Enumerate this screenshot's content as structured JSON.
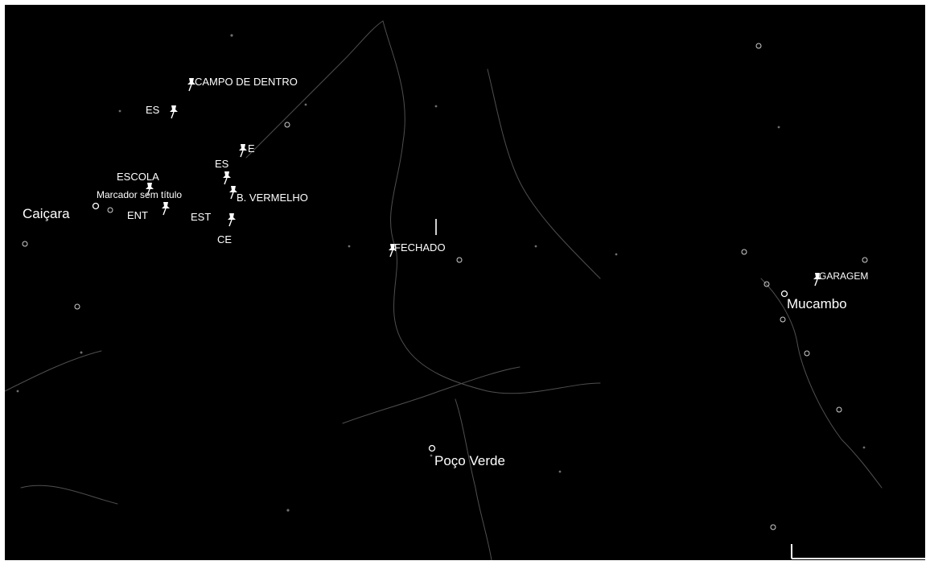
{
  "map": {
    "colors": {
      "background": "#000000",
      "label": "#ffffff",
      "road": "#7a7a7a"
    },
    "places": {
      "caicara": "Caiçara",
      "mucambo": "Mucambo",
      "poco_verde": "Poço Verde"
    },
    "markers": {
      "campo_de_dentro": "CAMPO DE DENTRO",
      "es_1": "ES",
      "e": "E",
      "es_2": "ES",
      "escola": "ESCOLA",
      "marcador_sem_titulo": "Marcador sem título",
      "b_vermelho": "B. VERMELHO",
      "ent": "ENT",
      "est": "EST",
      "ce": "CE",
      "fechado": "FECHADO",
      "garagem": "GARAGEM"
    },
    "icons": {
      "marker": "pushpin-icon",
      "place": "circle-place-icon",
      "poi": "small-poi-icon"
    }
  }
}
